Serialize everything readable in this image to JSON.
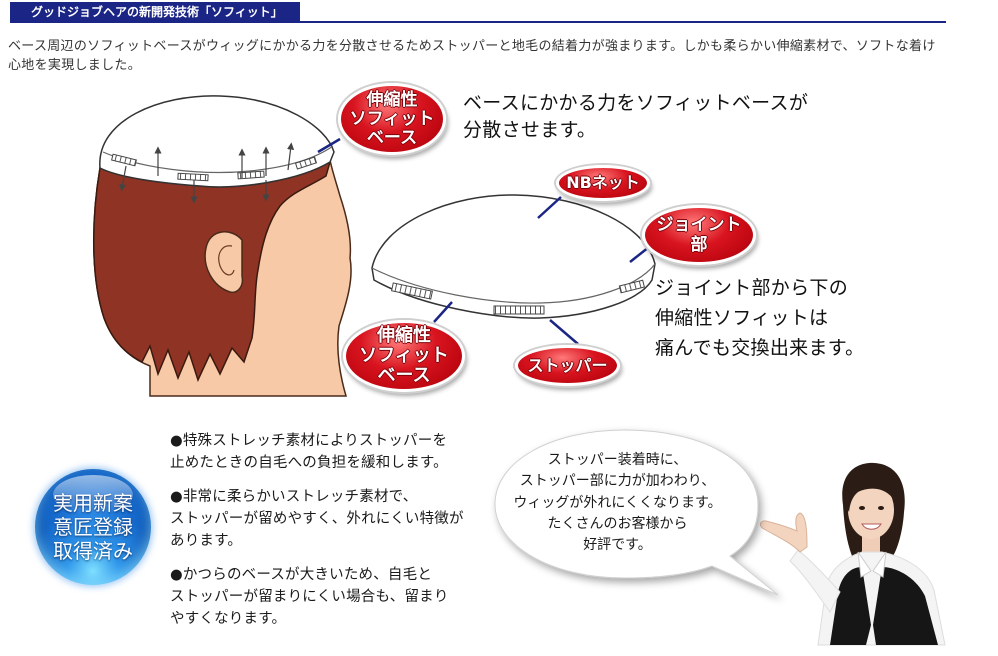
{
  "header": {
    "title": "グッドジョブヘアの新開発技術「ソフィット」"
  },
  "intro": {
    "lines": [
      "ベース周辺のソフィットベースがウィッグにかかる力を分散させるためストッパーと地毛の結着力が強まります。しかも柔らかい伸縮素材で、ソフトな着け",
      "心地を実現しました。"
    ]
  },
  "diagram": {
    "head_callout": {
      "lines": [
        "伸縮性",
        "ソフィット",
        "ベース"
      ]
    },
    "head_caption": {
      "lines": [
        "ベースにかかる力をソフィットベースが",
        "分散させます。"
      ]
    },
    "net_callout": {
      "label": "NBネット"
    },
    "joint_callout": {
      "lines": [
        "ジョイント",
        "部"
      ]
    },
    "joint_caption": {
      "lines": [
        "ジョイント部から下の",
        "伸縮性ソフィットは",
        "痛んでも交換出来ます。"
      ]
    },
    "base_callout": {
      "lines": [
        "伸縮性",
        "ソフィット",
        "ベース"
      ]
    },
    "stopper_callout": {
      "label": "ストッパー"
    }
  },
  "badge": {
    "lines": [
      "実用新案",
      "意匠登録",
      "取得済み"
    ]
  },
  "features": [
    {
      "lines": [
        "●特殊ストレッチ素材によりストッパーを",
        "止めたときの自毛への負担を緩和します。"
      ]
    },
    {
      "lines": [
        "●非常に柔らかいストレッチ素材で、",
        "ストッパーが留めやすく、外れにくい特徴が",
        "あります。"
      ]
    },
    {
      "lines": [
        "●かつらのベースが大きいため、自毛と",
        "ストッパーが留まりにくい場合も、留まり",
        "やすくなります。"
      ]
    }
  ],
  "speech_bubble": {
    "lines": [
      "ストッパー装着時に、",
      "ストッパー部に力が加わわり、",
      "ウィッグが外れにくくなります。",
      "たくさんのお客様から",
      "好評です。"
    ]
  },
  "colors": {
    "brand_navy": "#1b2585",
    "callout_red": "#d8141f",
    "hair_brown": "#8f3424",
    "skin": "#f8c9a6",
    "badge_blue": "#1466c8",
    "text": "#222222"
  }
}
